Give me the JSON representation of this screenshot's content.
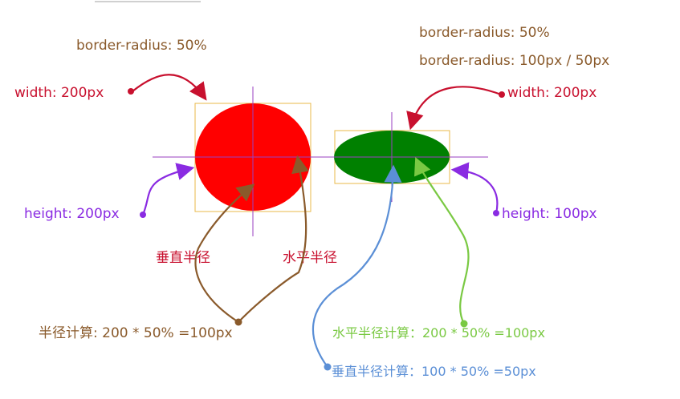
{
  "colors": {
    "red": "#ff0000",
    "green": "#008000",
    "box": "#e8b84a",
    "axis": "#9a3fc0",
    "label_brown": "#8a5a2b",
    "label_crimson": "#c8102e",
    "label_purple": "#8a2be2",
    "label_blue": "#5b8fd6",
    "label_lime": "#7ac943"
  },
  "left": {
    "radius_label": "border-radius: 50%",
    "width_label": "width: 200px",
    "height_label": "height: 200px",
    "vertical_radius_label": "垂直半径",
    "horizontal_radius_label": "水平半径",
    "calc_label": "半径计算: 200 * 50% =100px"
  },
  "right": {
    "radius_label_1": "border-radius: 50%",
    "radius_label_2": "border-radius: 100px / 50px",
    "width_label": "width: 200px",
    "height_label": "height: 100px",
    "horizontal_calc_label": "水平半径计算：200 * 50% =100px",
    "vertical_calc_label": "垂直半径计算：100 * 50% =50px"
  }
}
